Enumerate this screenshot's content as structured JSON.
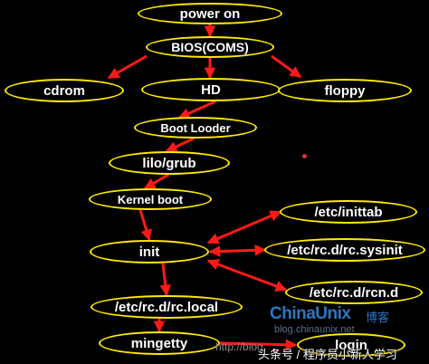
{
  "nodes": {
    "power_on": "power on",
    "bios": "BIOS(COMS)",
    "cdrom": "cdrom",
    "hd": "HD",
    "floppy": "floppy",
    "boot_loader": "Boot Looder",
    "lilo_grub": "lilo/grub",
    "kernel_boot": "Kernel boot",
    "init": "init",
    "inittab": "/etc/inittab",
    "rc_sysinit": "/etc/rc.d/rc.sysinit",
    "rcn_d": "/etc/rc.d/rcn.d",
    "rc_local": "/etc/rc.d/rc.local",
    "mingetty": "mingetty",
    "login": "login"
  },
  "edges": [
    {
      "from": "power_on",
      "to": "bios",
      "type": "forward"
    },
    {
      "from": "bios",
      "to": "cdrom",
      "type": "forward"
    },
    {
      "from": "bios",
      "to": "hd",
      "type": "forward"
    },
    {
      "from": "bios",
      "to": "floppy",
      "type": "forward"
    },
    {
      "from": "hd",
      "to": "boot_loader",
      "type": "forward"
    },
    {
      "from": "boot_loader",
      "to": "lilo_grub",
      "type": "forward"
    },
    {
      "from": "lilo_grub",
      "to": "kernel_boot",
      "type": "forward"
    },
    {
      "from": "kernel_boot",
      "to": "init",
      "type": "forward"
    },
    {
      "from": "init",
      "to": "inittab",
      "type": "bidirectional"
    },
    {
      "from": "init",
      "to": "rc_sysinit",
      "type": "bidirectional"
    },
    {
      "from": "init",
      "to": "rcn_d",
      "type": "bidirectional"
    },
    {
      "from": "init",
      "to": "rc_local",
      "type": "forward"
    },
    {
      "from": "rc_local",
      "to": "mingetty",
      "type": "forward"
    },
    {
      "from": "mingetty",
      "to": "login",
      "type": "forward"
    }
  ],
  "colors": {
    "background": "#000000",
    "node_border": "#ffea00",
    "node_text": "#ffffff",
    "arrow": "#ff1a1a",
    "watermark": "#2c76c2"
  },
  "watermark": {
    "brand": "ChinaUnix",
    "brand_cn": "博客",
    "blog": "blog.chinaunix.net",
    "url": "http://blog.",
    "credit": "头条号 / 程序员小新人学习"
  }
}
